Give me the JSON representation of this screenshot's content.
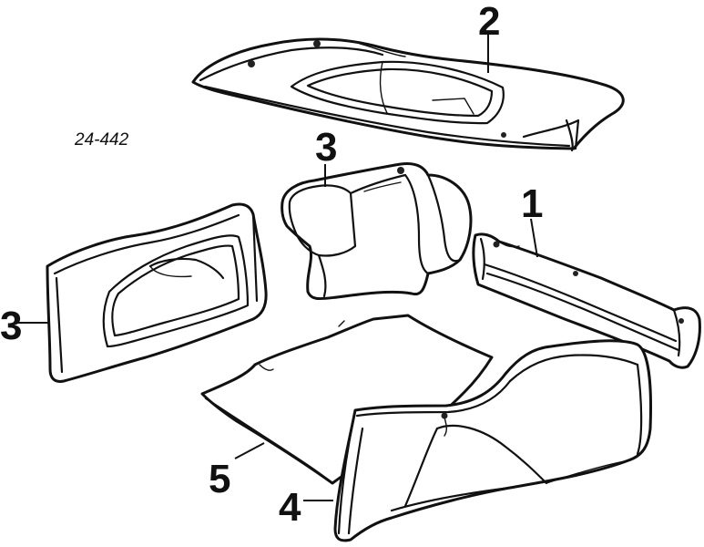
{
  "figure_number": "24-442",
  "callouts": {
    "parcel_shelf": "2",
    "trunk_side_trim_center": "3",
    "trunk_side_trim_left": "3",
    "rear_panel_trim": "1",
    "floor_mat": "5",
    "wheel_arch_liner": "4"
  }
}
